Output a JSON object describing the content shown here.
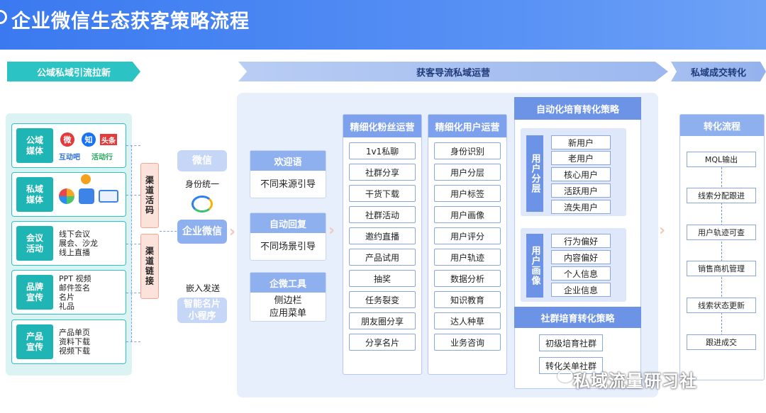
{
  "title": "企业微信生态获客策略流程",
  "phases": {
    "phase1": "公域私域引流拉新",
    "phase2": "获客导流私域运营",
    "phase3": "私域成交转化"
  },
  "sources": [
    {
      "label": "公域\n媒体",
      "lines": []
    },
    {
      "label": "私域\n媒体",
      "lines": []
    },
    {
      "label": "会议\n活动",
      "lines": [
        "线下会议",
        "展会、沙龙",
        "线上直播"
      ]
    },
    {
      "label": "品牌\n宣传",
      "lines": [
        "PPT 视频",
        "邮件签名",
        "名片",
        "礼品"
      ]
    },
    {
      "label": "产品\n宣传",
      "lines": [
        "产品单页",
        "资料下载",
        "视频下载"
      ]
    }
  ],
  "logos": {
    "weibo": "微",
    "zhihu": "知",
    "toutiao": "头条",
    "hudongba": "互动吧",
    "huodongxing": "活动行"
  },
  "channels": {
    "qrcode": "渠道活码",
    "link": "渠道链接"
  },
  "touch": {
    "wechat": "微信",
    "identity": "身份统一",
    "wecom": "企业微信",
    "embed": "嵌入发送",
    "smartcard": "智能名片\n小程序"
  },
  "cards": [
    {
      "head": "欢迎语",
      "body": "不同来源引导"
    },
    {
      "head": "自动回复",
      "body": "不同场景引导"
    },
    {
      "head": "企微工具",
      "body": "侧边栏\n应用菜单"
    }
  ],
  "fans_ops": {
    "head": "精细化粉丝运营",
    "items": [
      "1v1私聊",
      "社群分享",
      "干货下载",
      "社群活动",
      "邀约直播",
      "产品试用",
      "抽奖",
      "任务裂变",
      "朋友圈分享",
      "分享名片"
    ]
  },
  "user_ops": {
    "head": "精细化用户运营",
    "items": [
      "身份识别",
      "用户分层",
      "用户标签",
      "用户画像",
      "用户评分",
      "用户轨迹",
      "数据分析",
      "知识教育",
      "达人种草",
      "业务咨询"
    ]
  },
  "auto_strategy": {
    "head": "自动化培育转化策略",
    "layer_label": "用户分层",
    "layers": [
      "新用户",
      "老用户",
      "核心用户",
      "活跃用户",
      "流失用户"
    ],
    "portrait_label": "用户画像",
    "portraits": [
      "行为偏好",
      "内容偏好",
      "个人信息",
      "企业信息"
    ]
  },
  "group_strategy": {
    "head": "社群培育转化策略",
    "items": [
      "初级培育社群",
      "转化关单社群"
    ]
  },
  "conversion": {
    "head": "转化流程",
    "steps": [
      "MQL输出",
      "线索分配跟进",
      "用户轨迹可查",
      "销售商机管理",
      "线索状态更新",
      "跟进成交"
    ]
  },
  "watermark": "私域流量研习社",
  "colors": {
    "title_blue": "#3a79f0",
    "teal": "#2bc3c3",
    "header_blue": "#8fb0ef",
    "salmon": "#f1a794"
  }
}
